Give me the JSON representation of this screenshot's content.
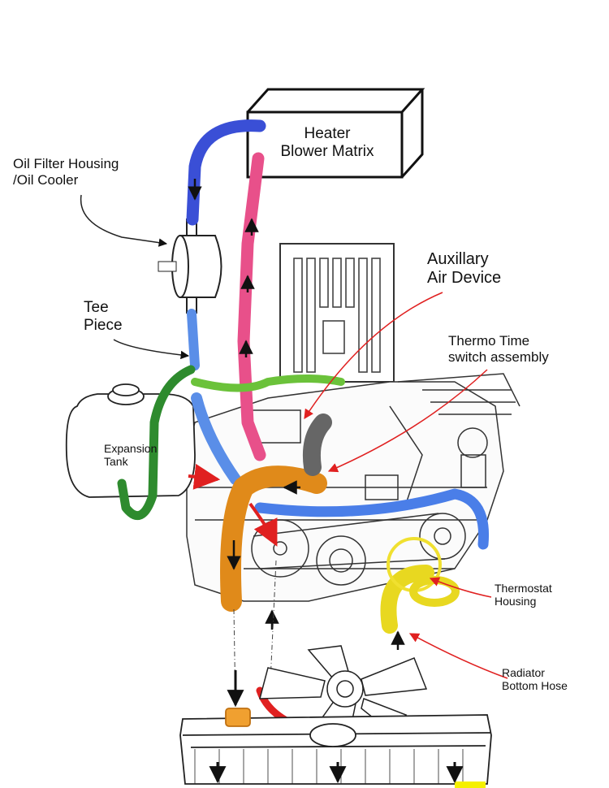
{
  "labels": {
    "heater": "Heater\nBlower Matrix",
    "oil_filter": "Oil Filter Housing\n/Oil Cooler",
    "tee_piece": "Tee\nPiece",
    "auxiliary_air": "Auxillary\nAir Device",
    "thermo_time": "Thermo Time\nswitch assembly",
    "expansion_tank": "Expansion\nTank",
    "thermostat": "Thermostat\nHousing",
    "radiator_hose": "Radiator\nBottom Hose"
  },
  "colors": {
    "outline": "#1a1a1a",
    "hose_blue": "#3a4fd6",
    "hose_light_blue": "#5a8ee8",
    "hose_pink": "#e8508a",
    "hose_green": "#2e8b2e",
    "hose_orange": "#e08a1a",
    "hose_yellow": "#e8d820",
    "arrow_red": "#e02020",
    "radiator_cap_orange": "#f0a030"
  }
}
